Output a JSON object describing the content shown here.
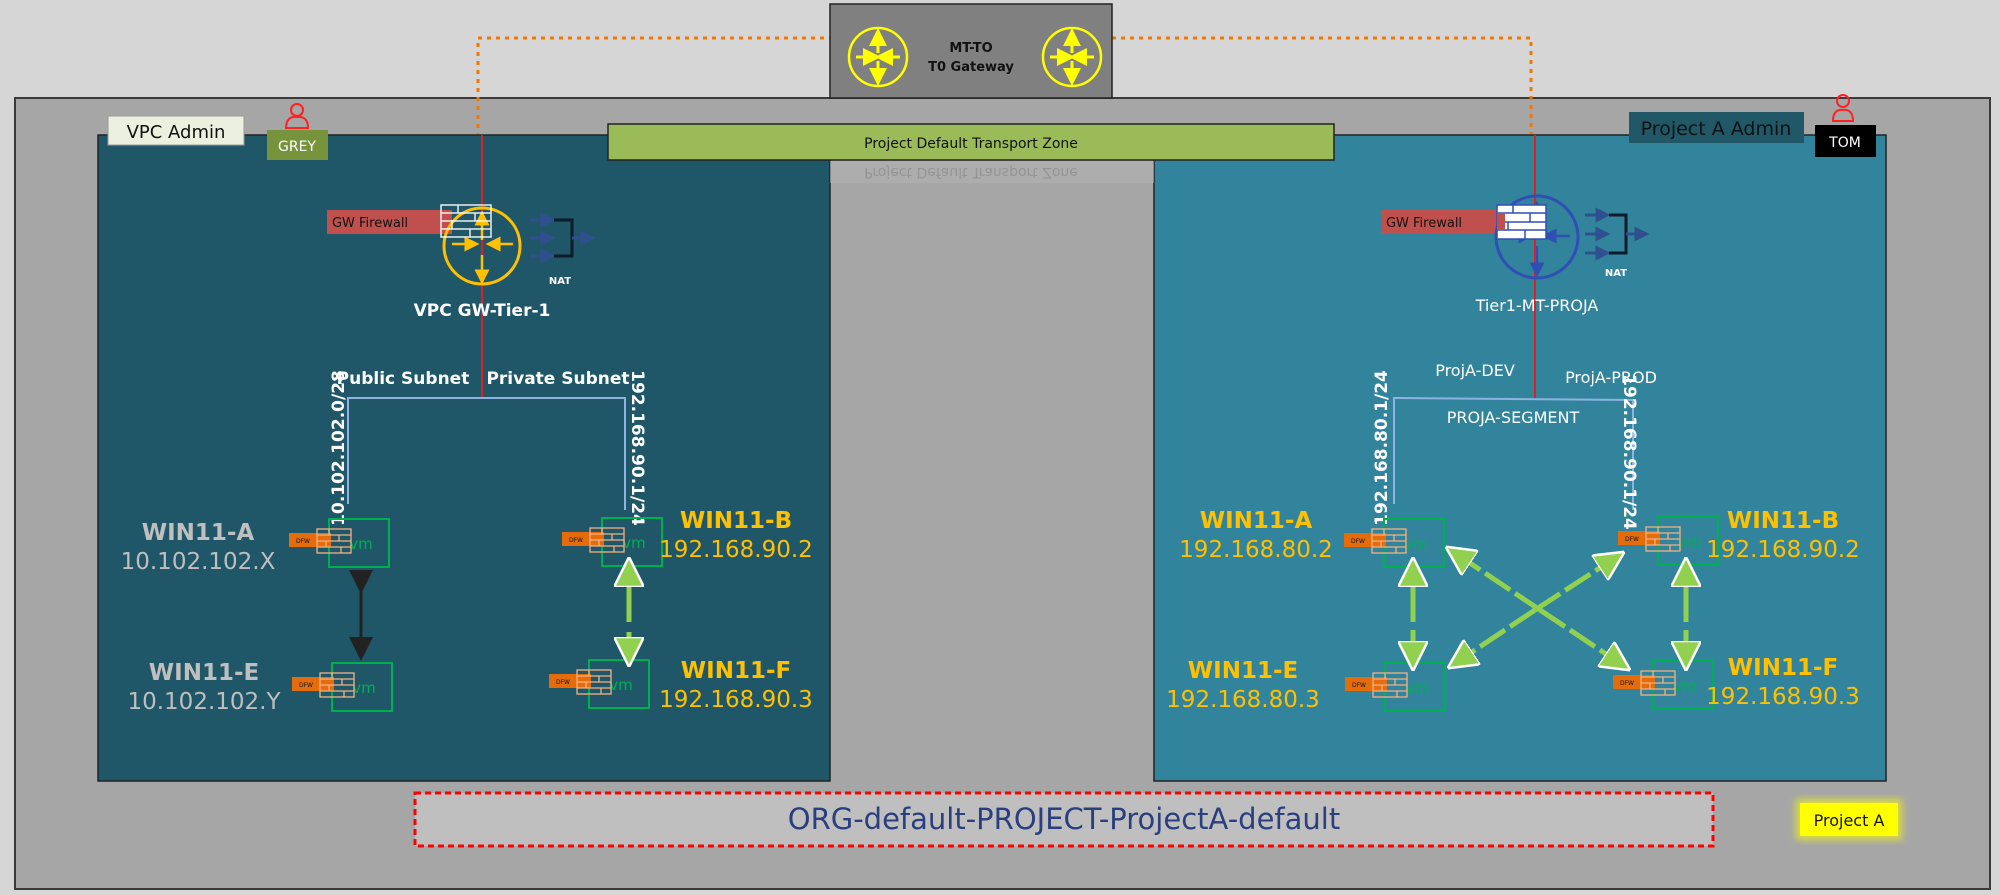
{
  "t0_gateway": {
    "line1": "MT-TO",
    "line2": "T0 Gateway"
  },
  "transport_zone": {
    "label": "Project Default Transport Zone"
  },
  "vpc": {
    "admin_label": "VPC Admin",
    "admin_user": "GREY",
    "firewall_label": "GW Firewall",
    "nat_label": "NAT",
    "gateway_label": "VPC GW-Tier-1",
    "public_subnet": "Public Subnet",
    "private_subnet": "Private Subnet",
    "public_cidr": "10.102.102.0/28",
    "private_cidr": "192.168.90.1/24",
    "vms": [
      {
        "name": "WIN11-A",
        "ip": "10.102.102.X"
      },
      {
        "name": "WIN11-E",
        "ip": "10.102.102.Y"
      },
      {
        "name": "WIN11-B",
        "ip": "192.168.90.2"
      },
      {
        "name": "WIN11-F",
        "ip": "192.168.90.3"
      }
    ]
  },
  "project": {
    "admin_label": "Project A Admin",
    "admin_user": "TOM",
    "firewall_label": "GW Firewall",
    "nat_label": "NAT",
    "gateway_label": "Tier1-MT-PROJA",
    "dev_label": "ProjA-DEV",
    "prod_label": "ProjA-PROD",
    "segment_label": "PROJA-SEGMENT",
    "dev_cidr": "192.168.80.1/24",
    "prod_cidr": "192.168.90.1/24",
    "vms": [
      {
        "name": "WIN11-A",
        "ip": "192.168.80.2"
      },
      {
        "name": "WIN11-E",
        "ip": "192.168.80.3"
      },
      {
        "name": "WIN11-B",
        "ip": "192.168.90.2"
      },
      {
        "name": "WIN11-F",
        "ip": "192.168.90.3"
      }
    ]
  },
  "vm_icon_text": "vm",
  "dfw_text": "DFW",
  "footer": {
    "org_label": "ORG-default-PROJECT-ProjectA-default",
    "project_tag": "Project A"
  },
  "colors": {
    "vpc_bg": "#1f5768",
    "project_bg": "#31849b",
    "accent_yellow": "#ffc000",
    "transport_green": "#9bbb59"
  }
}
